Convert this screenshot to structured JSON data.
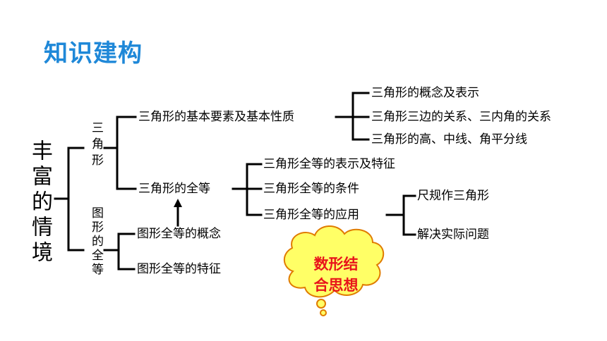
{
  "title": "知识建构",
  "root": "丰富的情境",
  "branch_triangle": "三角形",
  "branch_congruent": "图形的全等",
  "nodes": {
    "basic": "三角形的基本要素及基本性质",
    "concept_repr": "三角形的概念及表示",
    "sides_angles": "三角形三边的关系、三内角的关系",
    "lines": "三角形的高、中线、角平分线",
    "tri_congruence": "三角形的全等",
    "repr_features": "三角形全等的表示及特征",
    "conditions": "三角形全等的条件",
    "application": "三角形全等的应用",
    "ruler_compass": "尺规作三角形",
    "practical": "解决实际问题",
    "fig_concept": "图形全等的概念",
    "fig_features": "图形全等的特征"
  },
  "cloud": {
    "line1": "数形结",
    "line2": "合思想",
    "fill": "#ffff66",
    "text_color": "#e8141b"
  },
  "accent_color": "#1f88d8"
}
